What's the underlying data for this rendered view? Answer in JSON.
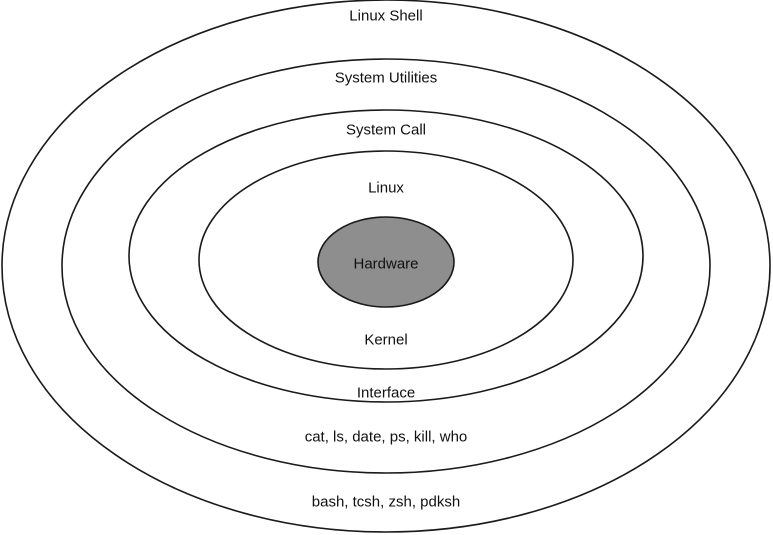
{
  "layers": {
    "shell": {
      "title": "Linux Shell",
      "examples": "bash, tcsh, zsh, pdksh"
    },
    "utilities": {
      "title": "System Utilities",
      "examples": "cat, ls, date, ps, kill, who"
    },
    "syscall": {
      "title": "System Call",
      "subtitle": "Interface"
    },
    "kernel": {
      "title": "Linux",
      "subtitle": "Kernel"
    },
    "hardware": {
      "title": "Hardware"
    }
  },
  "colors": {
    "outline": "#1a1a1a",
    "hardware_fill": "#8e8e8e",
    "background": "#ffffff"
  }
}
